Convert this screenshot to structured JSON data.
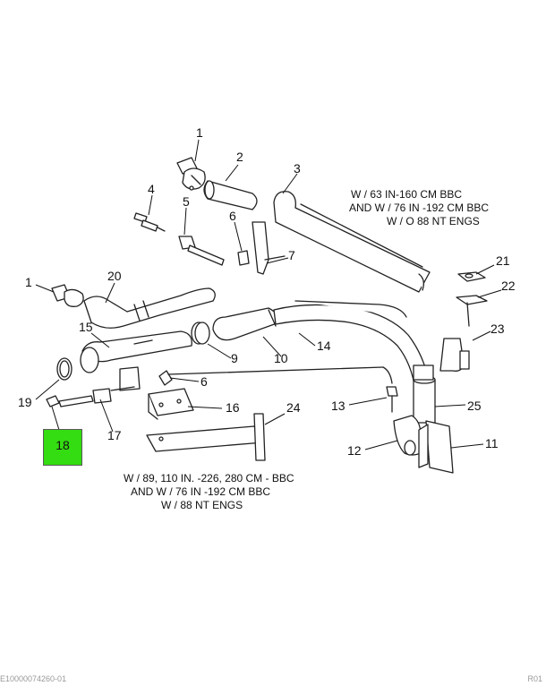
{
  "highlight": {
    "label": "18",
    "color": "#33dd11"
  },
  "callouts": [
    "1",
    "2",
    "3",
    "4",
    "5",
    "6",
    "7",
    "20",
    "1",
    "21",
    "22",
    "15",
    "14",
    "23",
    "9",
    "10",
    "19",
    "6",
    "13",
    "25",
    "16",
    "24",
    "17",
    "12",
    "11"
  ],
  "notes": {
    "top": [
      "W / 63  IN-160  CM BBC",
      "AND  W / 76  IN  -192  CM  BBC",
      "W / O 88  NT  ENGS"
    ],
    "bottom": [
      "W / 89,  110  IN. -226, 280  CM - BBC",
      "AND  W / 76  IN  -192  CM  BBC",
      "W / 88  NT  ENGS"
    ]
  },
  "footer": {
    "left": "E10000074260-01",
    "right": "R01"
  }
}
